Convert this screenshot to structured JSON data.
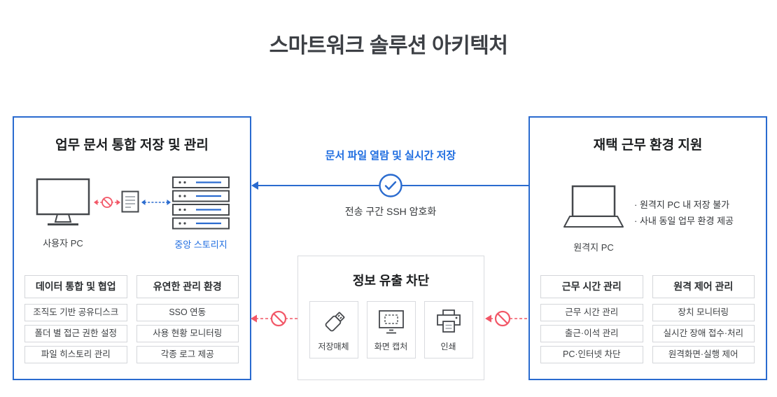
{
  "page": {
    "title": "스마트워크 솔루션 아키텍처"
  },
  "left_panel": {
    "title": "업무 문서 통합 저장 및 관리",
    "user_pc_label": "사용자 PC",
    "storage_label": "중앙 스토리지",
    "columns": [
      {
        "title": "데이터 통합 및 협업",
        "items": [
          "조직도 기반 공유디스크",
          "폴더 별 접근 권한 설정",
          "파일 히스토리 관리"
        ]
      },
      {
        "title": "유연한 관리 환경",
        "items": [
          "SSO 연동",
          "사용 현황 모니터링",
          "각종 로그 제공"
        ]
      }
    ]
  },
  "flow": {
    "top_label": "문서 파일 열람 및 실시간 저장",
    "bottom_label": "전송 구간 SSH 암호화"
  },
  "block_box": {
    "title": "정보 유출 차단",
    "items": [
      {
        "label": "저장매체",
        "icon": "usb-storage-icon"
      },
      {
        "label": "화면 캡처",
        "icon": "screen-capture-icon"
      },
      {
        "label": "인쇄",
        "icon": "printer-icon"
      }
    ]
  },
  "right_panel": {
    "title": "재택 근무 환경 지원",
    "remote_pc_label": "원격지 PC",
    "notes": [
      "· 원격지 PC 내 저장 불가",
      "· 사내 동일 업무 환경 제공"
    ],
    "columns": [
      {
        "title": "근무 시간 관리",
        "items": [
          "근무 시간 관리",
          "출근·이석 관리",
          "PC·인터넷 차단"
        ]
      },
      {
        "title": "원격 제어 관리",
        "items": [
          "장치 모니터링",
          "실시간 장애 접수·처리",
          "원격화면·실행 제어"
        ]
      }
    ]
  },
  "icons": {
    "left_scene": [
      "monitor-icon",
      "blocked-link-icon",
      "document-icon",
      "sync-link-icon",
      "server-stack-icon"
    ],
    "flow": [
      "check-circle-icon"
    ],
    "blockers": [
      "prohibition-icon"
    ],
    "right_scene": [
      "laptop-icon"
    ],
    "block_cards": [
      "usb-storage-icon",
      "screen-capture-icon",
      "printer-icon"
    ]
  },
  "colors": {
    "panel_border": "#2a6bcf",
    "accent_blue": "#2a6bcf",
    "blue_text": "#1f6de0",
    "blocked_red": "#f25767"
  }
}
